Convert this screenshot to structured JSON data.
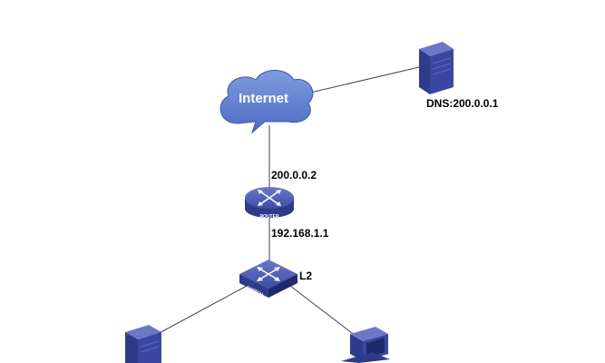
{
  "cloud": {
    "label": "Internet",
    "icon": "cloud-icon"
  },
  "dns_server": {
    "label": "DNS:200.0.0.1",
    "icon": "server-icon"
  },
  "router": {
    "tag": "ROUTER",
    "wan_ip": "200.0.0.2",
    "lan_ip": "192.168.1.1",
    "icon": "router-icon"
  },
  "switch": {
    "tag": "SWITCH",
    "label": "L2",
    "icon": "switch-icon"
  },
  "host_server": {
    "icon": "server-icon"
  },
  "host_pc": {
    "icon": "pc-icon"
  },
  "colors": {
    "device_blue": "#3a47a0",
    "device_dark": "#1f2a6e",
    "cloud_blue": "#5f7fd0",
    "link": "#444444"
  }
}
